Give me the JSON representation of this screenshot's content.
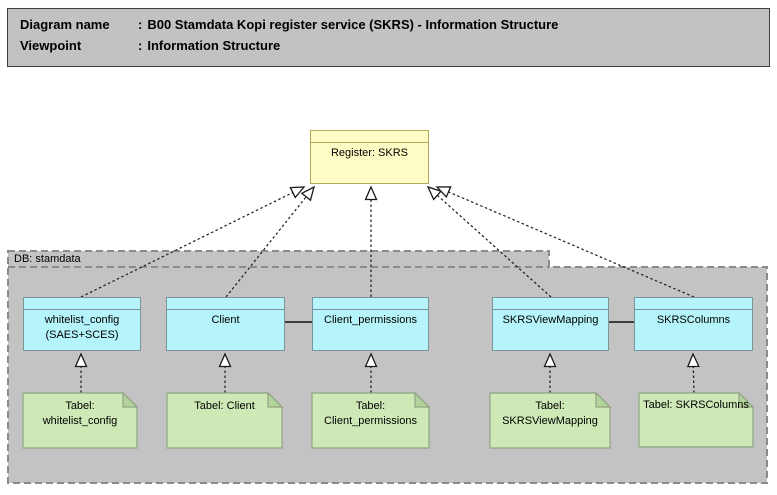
{
  "header": {
    "line1": {
      "label": "Diagram name",
      "separator": ":",
      "value": "B00 Stamdata Kopi register service (SKRS) - Information Structure"
    },
    "line2": {
      "label": "Viewpoint",
      "separator": ":",
      "value": "Information Structure"
    }
  },
  "register": {
    "label": "Register: SKRS"
  },
  "container": {
    "label": "DB: stamdata"
  },
  "entities": [
    {
      "label": "whitelist_config\n(SAES+SCES)"
    },
    {
      "label": "Client"
    },
    {
      "label": "Client_permissions"
    },
    {
      "label": "SKRSViewMapping"
    },
    {
      "label": "SKRSColumns"
    }
  ],
  "notes": [
    {
      "label": "Tabel:\nwhitelist_config"
    },
    {
      "label": "Tabel: Client"
    },
    {
      "label": "Tabel:\nClient_permissions"
    },
    {
      "label": "Tabel:\nSKRSViewMapping"
    },
    {
      "label": "Tabel: SKRSColumns"
    }
  ],
  "colors": {
    "header_fill": "#c2c2c2",
    "container_fill": "#c3c3c3",
    "container_border": "#8b8b8b",
    "register_fill": "#fdfcc5",
    "register_border": "#b1a95c",
    "entity_fill": "#b5f4fa",
    "entity_border": "#7a9499",
    "note_fill": "#cfe9b6",
    "note_fold": "#b2d399",
    "note_border": "#8fa383",
    "relation_line": "#1a1a1a"
  }
}
